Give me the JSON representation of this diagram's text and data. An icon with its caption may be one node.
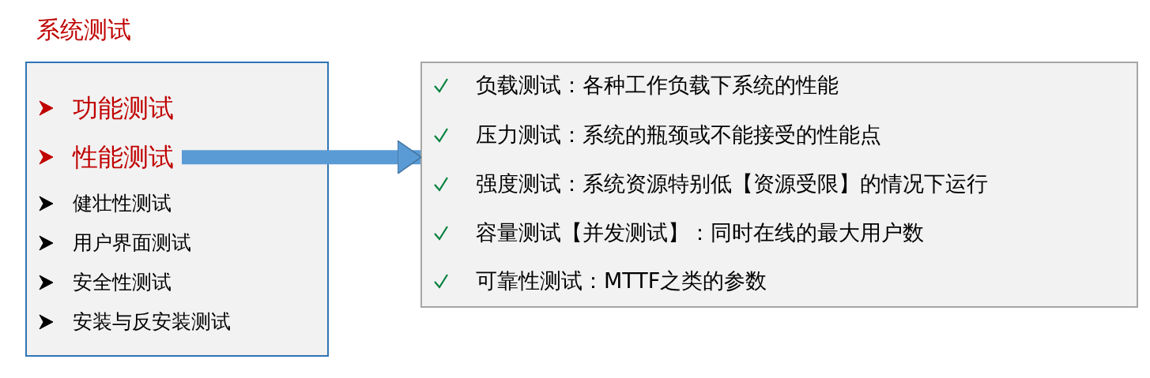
{
  "diagram": {
    "title": "系统测试",
    "nodes": [
      {
        "text": [],
        "shape": "box"
      },
      {
        "text": [
          "功能测试"
        ],
        "in": 0
      },
      {
        "text": [
          "性能测试"
        ],
        "in": 0
      },
      {
        "text": [
          "健壮性测试"
        ],
        "in": 0
      },
      {
        "text": [
          "用户界面测试"
        ],
        "in": 0
      },
      {
        "text": [
          "安全性测试"
        ],
        "in": 0
      },
      {
        "text": [
          "安装与反安装测试"
        ],
        "in": 0
      },
      {
        "text": [],
        "shape": "box"
      },
      {
        "text": [
          "负载测试：各种工作负载下系统的性能"
        ],
        "in": 7
      },
      {
        "text": [
          "压力测试：系统的瓶颈或不能接受的性能点"
        ],
        "in": 7
      },
      {
        "text": [
          "强度测试：系统资源特别低【资源受限】的情况下运行"
        ],
        "in": 7
      },
      {
        "text": [
          "容量测试【并发测试】：同时在线的最大用户数"
        ],
        "in": 7
      },
      {
        "text": [
          "可靠性测试：MTTF之类的参数"
        ],
        "in": 7
      }
    ],
    "edges": [
      {
        "from": 2,
        "to": 7,
        "arrow": "to"
      }
    ]
  }
}
